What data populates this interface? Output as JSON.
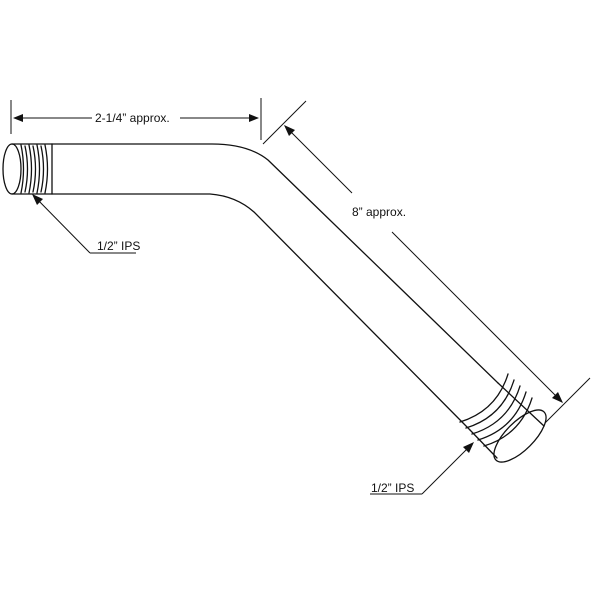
{
  "diagram": {
    "dimension_top": "2-1/4” approx.",
    "dimension_diagonal": "8” approx.",
    "callout_left": "1/2” IPS",
    "callout_right": "1/2” IPS"
  }
}
